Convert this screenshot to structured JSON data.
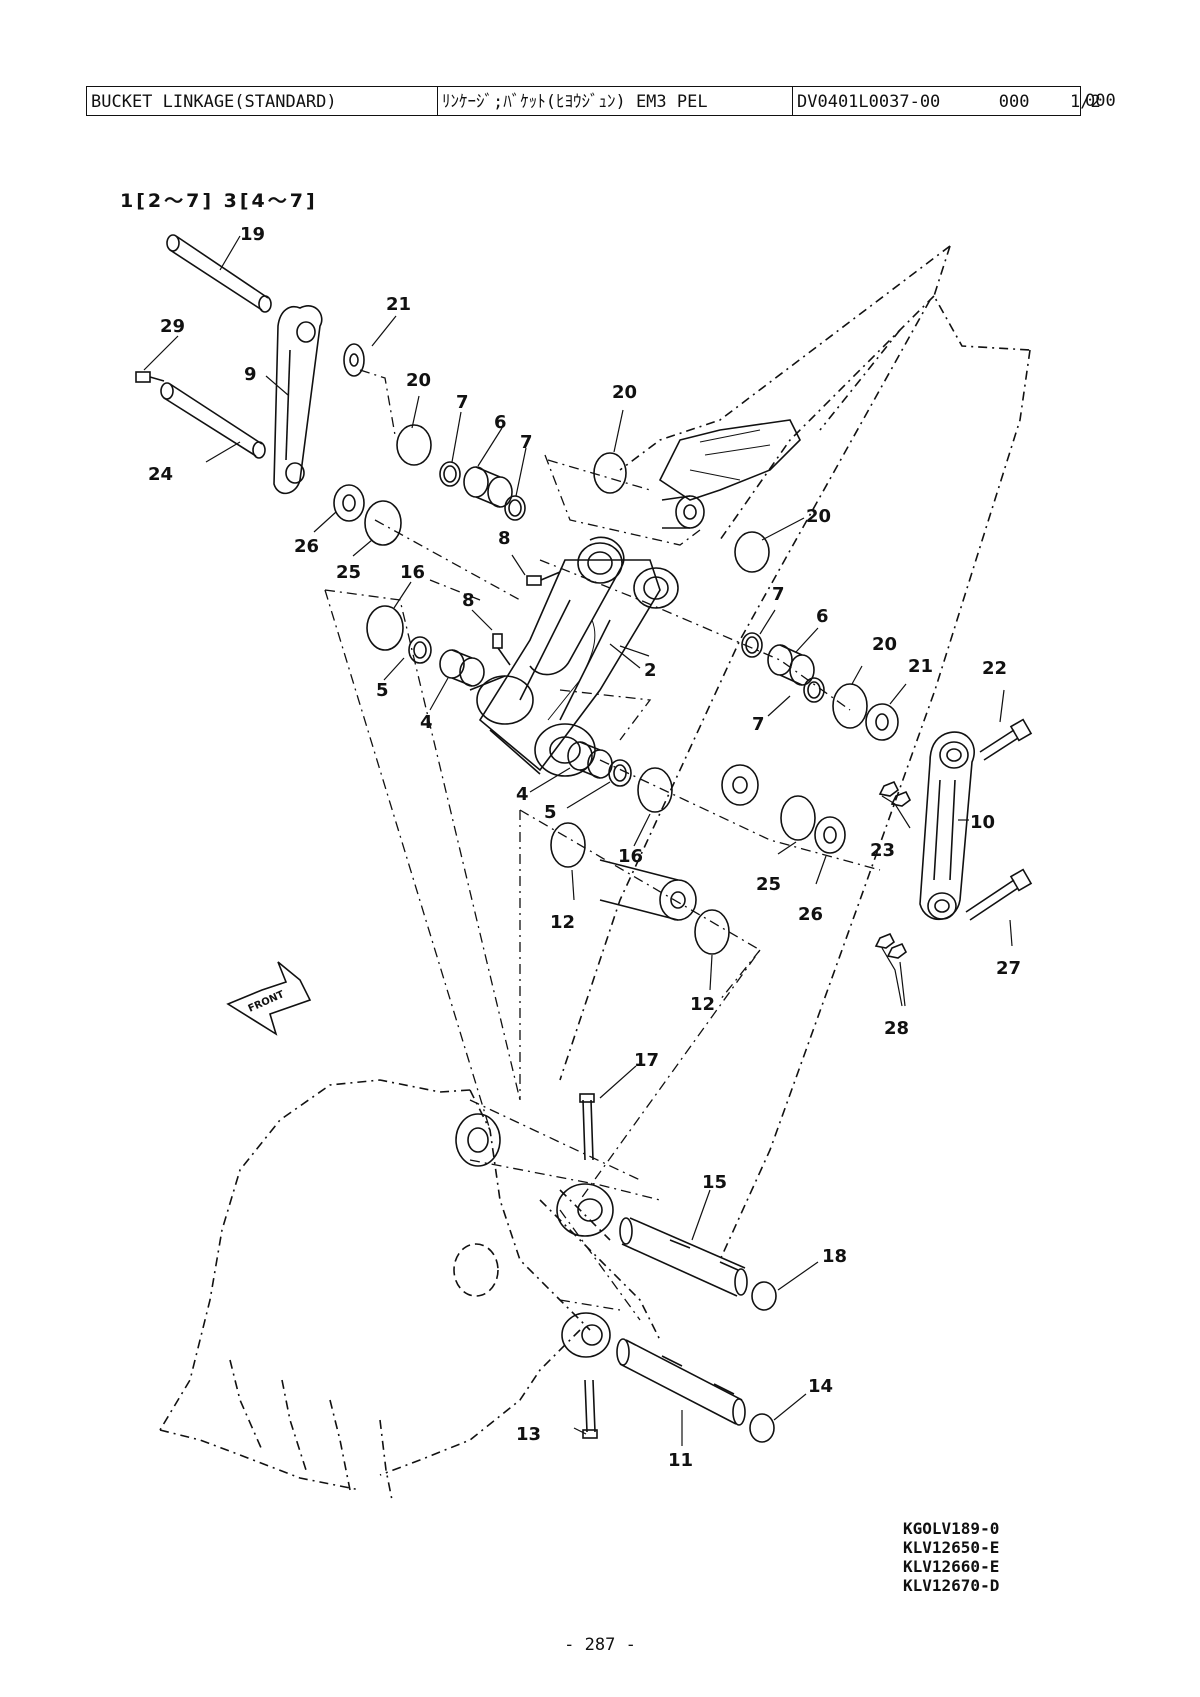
{
  "header": {
    "name": "BUCKET LINKAGE(STANDARD)",
    "japanese_name": "ﾘﾝｹｰｼﾞ;ﾊﾞｹｯﾄ(ﾋﾖｳｼﾞｭﾝ) EM3 PEL",
    "part_no": "DV0401L0037-00",
    "rev": "000",
    "sheet": "1/2",
    "trailing_rev": "000"
  },
  "assembly_note": "1[2～7]  3[4～7]",
  "front_label": "FRONT",
  "callouts": {
    "c2": "2",
    "c4a": "4",
    "c4b": "4",
    "c5a": "5",
    "c5b": "5",
    "c6a": "6",
    "c6b": "6",
    "c7a": "7",
    "c7b": "7",
    "c7c": "7",
    "c7d": "7",
    "c8a": "8",
    "c8b": "8",
    "c9": "9",
    "c10": "10",
    "c11": "11",
    "c12a": "12",
    "c12b": "12",
    "c13": "13",
    "c14": "14",
    "c15": "15",
    "c16a": "16",
    "c16b": "16",
    "c17": "17",
    "c18": "18",
    "c19": "19",
    "c20a": "20",
    "c20b": "20",
    "c20c": "20",
    "c20d": "20",
    "c21a": "21",
    "c21b": "21",
    "c22": "22",
    "c23": "23",
    "c24": "24",
    "c25a": "25",
    "c25b": "25",
    "c26a": "26",
    "c26b": "26",
    "c27": "27",
    "c28": "28",
    "c29": "29"
  },
  "drawing_codes": [
    "KGOLV189-0",
    "KLV12650-E",
    "KLV12660-E",
    "KLV12670-D"
  ],
  "page_number": "- 287 -"
}
